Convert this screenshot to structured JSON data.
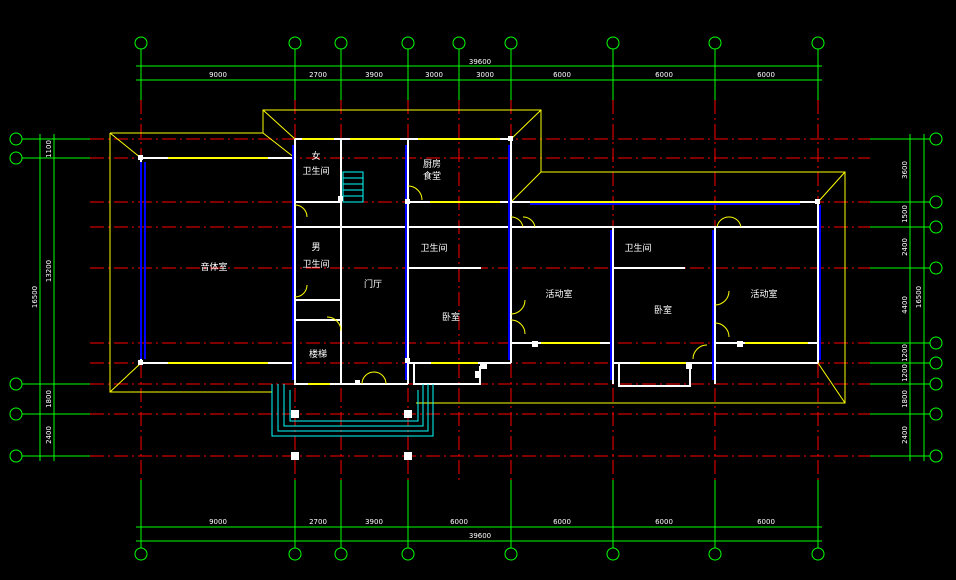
{
  "plan": {
    "top_dims": [
      "9000",
      "2700",
      "3900",
      "3000",
      "3000",
      "6000",
      "6000",
      "6000"
    ],
    "top_total": "39600",
    "bottom_dims": [
      "9000",
      "2700",
      "3900",
      "6000",
      "6000",
      "6000",
      "6000"
    ],
    "bottom_total": "39600",
    "right_dims": [
      "3600",
      "1500",
      "2400",
      "4400",
      "1200",
      "1200",
      "1800",
      "2400"
    ],
    "right_total": "16500",
    "left_dims": [
      "1100",
      "13200",
      "1800",
      "2400"
    ],
    "left_total": "16500",
    "rooms": {
      "music": "音体室",
      "female_wc_1": "女",
      "female_wc_2": "卫生间",
      "male_wc_1": "男",
      "male_wc_2": "卫生间",
      "stair": "楼梯",
      "lobby": "门厅",
      "kitchen_1": "厨房",
      "kitchen_2": "食堂",
      "wc_a": "卫生间",
      "bedroom_a": "卧室",
      "activity_a": "活动室",
      "wc_b": "卫生间",
      "bedroom_b": "卧室",
      "activity_b": "活动室"
    },
    "colors": {
      "background": "#000000",
      "grid_axis": "#ff0000",
      "dimension": "#00ff00",
      "outline": "#ffff00",
      "wall": "#ffffff",
      "window": "#0000ff",
      "steps": "#00ffff"
    }
  }
}
